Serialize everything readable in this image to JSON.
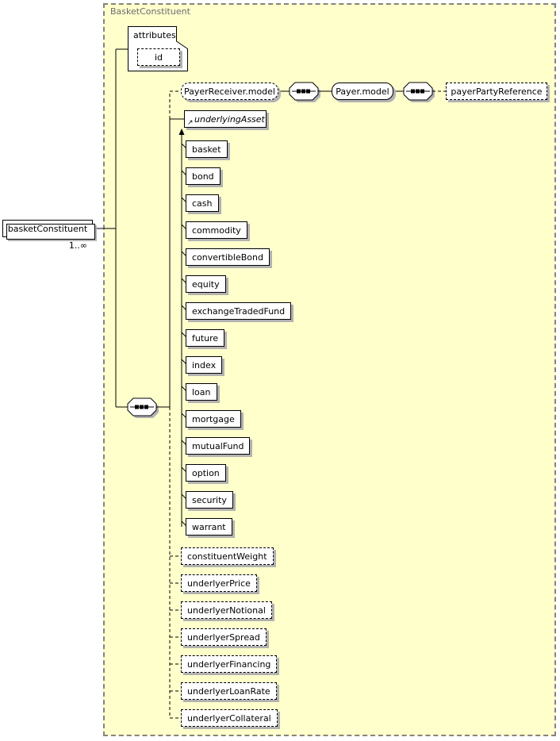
{
  "diagram": {
    "title": "BasketConstituent",
    "root": {
      "label": "basketConstituent",
      "occurrence": "1..∞"
    },
    "attributes_group": {
      "label": "attributes",
      "items": [
        {
          "label": "id",
          "optional": true
        }
      ]
    },
    "payer_row": [
      {
        "label": "PayerReceiver.model",
        "kind": "model-group",
        "optional": true
      },
      {
        "label": "Payer.model",
        "kind": "model-group",
        "optional": false
      },
      {
        "label": "payerPartyReference",
        "kind": "element",
        "optional": true
      }
    ],
    "underlying_asset": {
      "label": "underlyingAsset",
      "abstract": true
    },
    "substitution_members": [
      "basket",
      "bond",
      "cash",
      "commodity",
      "convertibleBond",
      "equity",
      "exchangeTradedFund",
      "future",
      "index",
      "loan",
      "mortgage",
      "mutualFund",
      "option",
      "security",
      "warrant"
    ],
    "optional_elements": [
      "constituentWeight",
      "underlyerPrice",
      "underlyerNotional",
      "underlyerSpread",
      "underlyerFinancing",
      "underlyerLoanRate",
      "underlyerCollateral"
    ],
    "icons": {
      "sequence": "sequence-compositor-icon",
      "substitution_head": "↗"
    },
    "colors": {
      "group_fill": "#ffffcc",
      "group_border": "#848484",
      "box_border": "#000000",
      "box_fill": "#ffffff",
      "shadow": "#b2b2b2",
      "title_text": "#6a6a72"
    }
  }
}
